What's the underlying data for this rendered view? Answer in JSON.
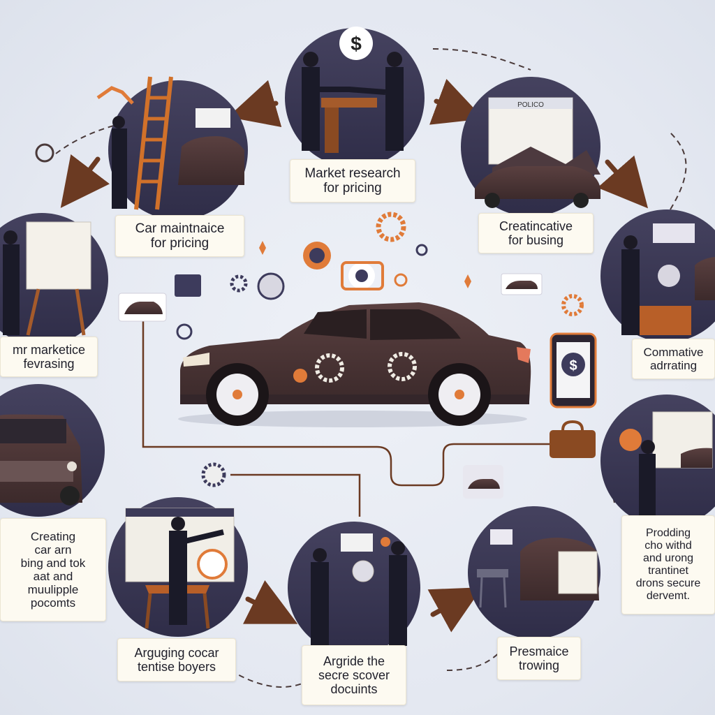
{
  "labels": {
    "market_research": "Market research\nfor pricing",
    "car_maintenance": "Car maintnaice\nfor pricing",
    "creatincative": "Creatincative\nfor busing",
    "mr_marketice": "mr marketice\nfevrasing",
    "commative": "Commative\nadrrating",
    "creating_car": "Creating\ncar arn\nbing and tok\naat and\nmuulipple\npocomts",
    "prodding": "Prodding\ncho withd\nand urong\ntrantinet\ndrons secure\ndervemt.",
    "arguing": "Arguging cocar\ntentise boyers",
    "argride": "Argride the\nsecre scover\ndocuints",
    "presmaice": "Presmaice\ntrowing",
    "policy_sign": "POLICO"
  },
  "icons": {
    "dollar": "$",
    "accent_orange": "#e07b39",
    "circle_navy": "#3d3b5c",
    "car_brown": "#4a3433"
  }
}
